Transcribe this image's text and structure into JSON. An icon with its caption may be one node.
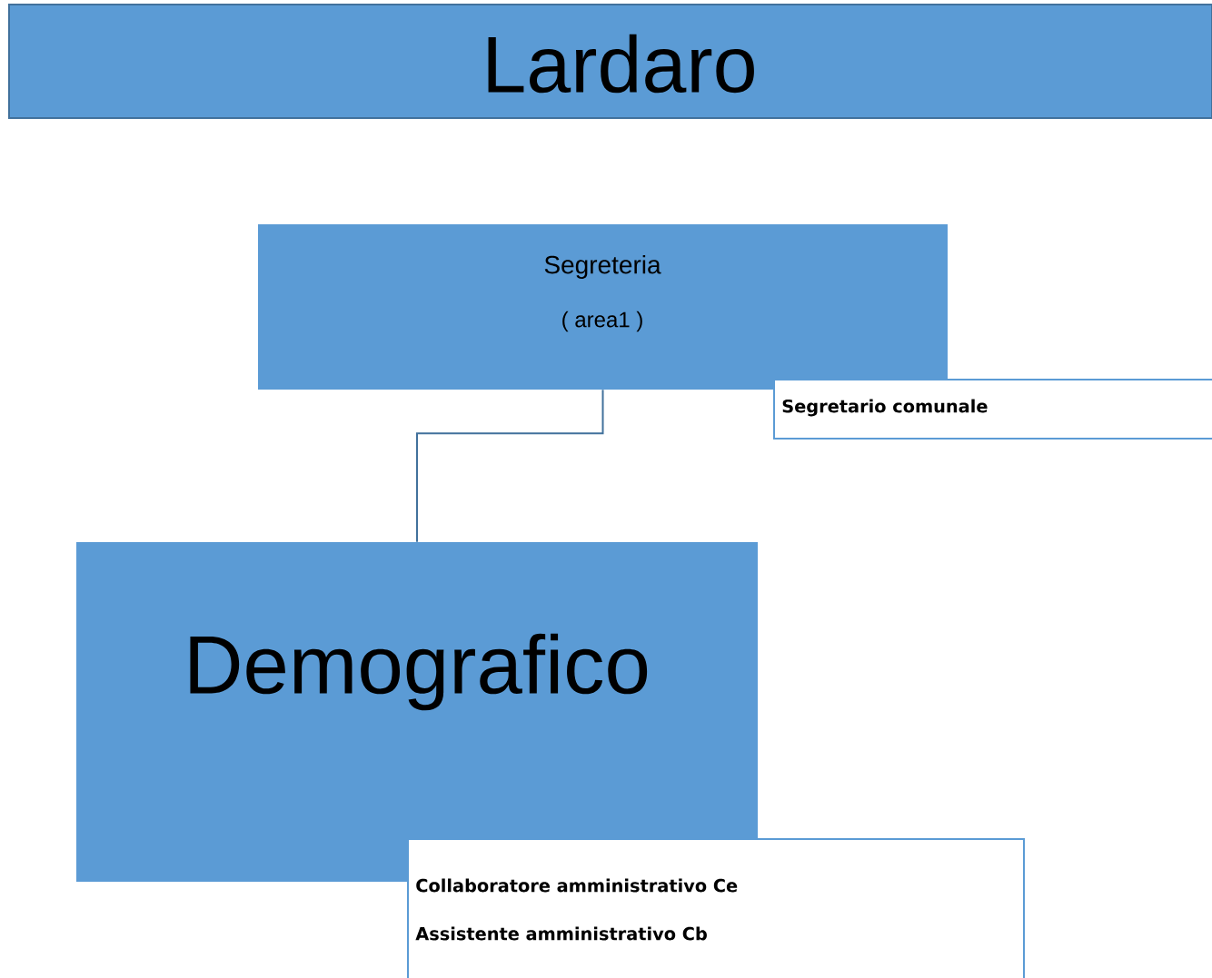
{
  "diagram": {
    "nodes": [
      {
        "text": [
          "Lardaro"
        ]
      },
      {
        "text": [
          "Segreteria",
          "( area1 )"
        ]
      },
      {
        "text": [
          "Segretario comunale"
        ]
      },
      {
        "text": [
          "Demografico"
        ]
      },
      {
        "text": [
          "Collaboratore amministrativo Ce",
          "Assistente amministrativo Cb"
        ]
      }
    ],
    "edges": [
      {
        "from": 1,
        "to": 3,
        "arrow": "none"
      }
    ]
  }
}
